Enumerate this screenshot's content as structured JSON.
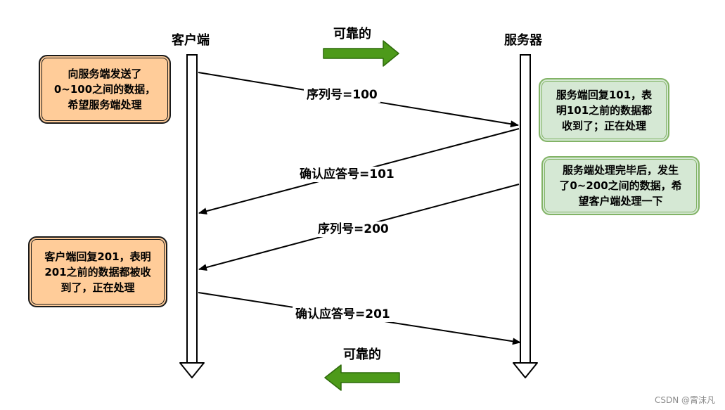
{
  "actors": {
    "client": "客户端",
    "server": "服务器"
  },
  "reliable_label_top": "可靠的",
  "reliable_label_bottom": "可靠的",
  "messages": [
    {
      "label": "序列号=100"
    },
    {
      "label": "确认应答号=101"
    },
    {
      "label": "序列号=200"
    },
    {
      "label": "确认应答号=201"
    }
  ],
  "notes": {
    "client_send": "向服务端发送了\n0~100之间的数据，\n希望服务端处理",
    "server_reply": "服务端回复101，表\n明101之前的数据都\n收到了；正在处理",
    "server_send": "服务端处理完毕后，发生\n了0~200之间的数据，希\n望客户端处理一下",
    "client_reply": "客户端回复201，表明\n201之前的数据都被收\n到了，正在处理"
  },
  "colors": {
    "note_orange": "#ffcc99",
    "note_green": "#d5e8d4",
    "arrow_green": "#4d9a1a"
  },
  "watermark": "CSDN @霄沫凡"
}
